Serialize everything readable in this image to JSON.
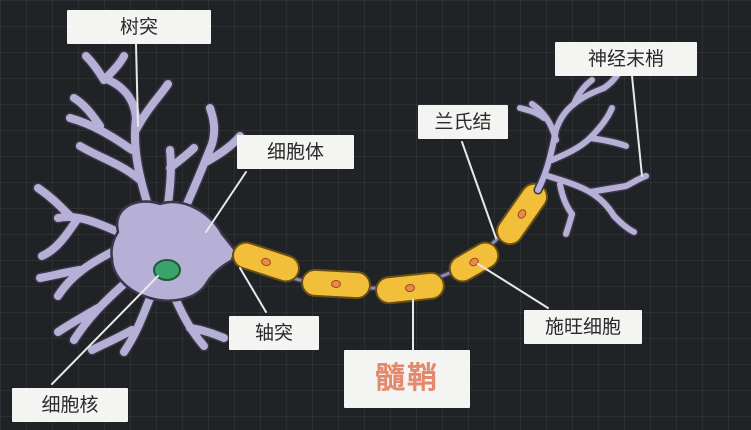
{
  "colors": {
    "background": "#1f2326",
    "neuron_fill": "#b7b0d6",
    "neuron_stroke": "#3b3548",
    "nucleus_fill": "#3aa36a",
    "myelin_fill": "#f1bf3a",
    "myelin_nucleus": "#e98a48",
    "leader_line": "#e8e8e8",
    "label_bg": "#f4f4f2",
    "label_text": "#2a2a2a",
    "myelin_label_text": "#e38a6e"
  },
  "labels": {
    "dendrite": "树突",
    "soma": "细胞体",
    "nucleus": "细胞核",
    "axon": "轴突",
    "myelin_sheath": "髓鞘",
    "node_of_ranvier": "兰氏结",
    "schwann_cell": "施旺细胞",
    "axon_terminal": "神经末梢"
  }
}
